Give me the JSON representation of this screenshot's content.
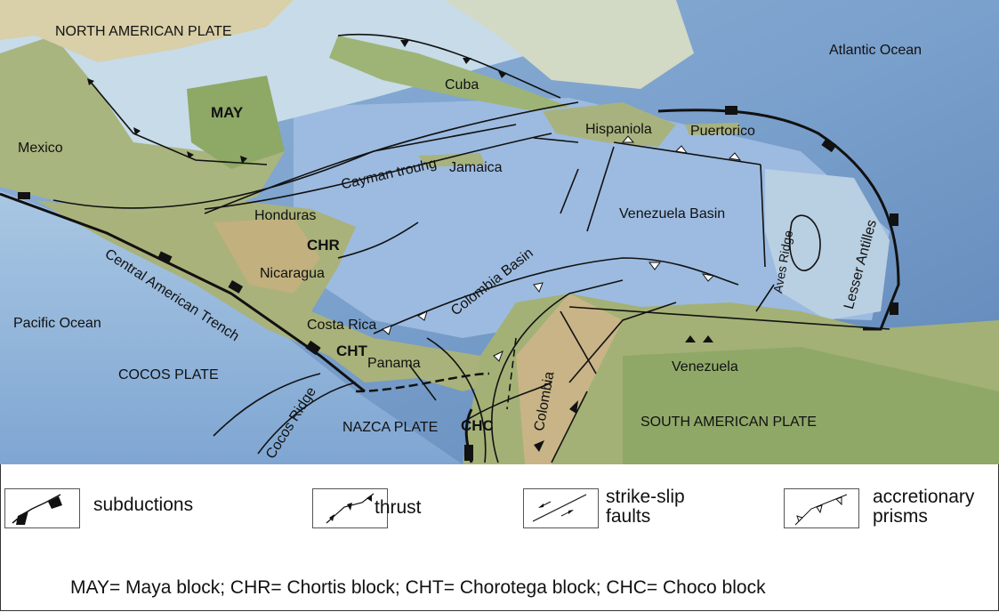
{
  "map": {
    "labels": {
      "north_american_plate": "NORTH AMERICAN PLATE",
      "atlantic_ocean": "Atlantic Ocean",
      "cuba": "Cuba",
      "may": "MAY",
      "mexico": "Mexico",
      "hispaniola": "Hispaniola",
      "puertorico": "Puertorico",
      "jamaica": "Jamaica",
      "cayman": "Cayman trouhg",
      "honduras": "Honduras",
      "venezuela_basin": "Venezuela Basin",
      "aves_ridge": "Aves Ridge",
      "lesser_antilles": "Lesser Antilles",
      "chr": "CHR",
      "nicaragua": "Nicaragua",
      "colombia_basin": "Colombia Basin",
      "central_american_trench": "Central American Trench",
      "pacific_ocean": "Pacific Ocean",
      "costa_rica": "Costa Rica",
      "cht": "CHT",
      "panama": "Panama",
      "cocos_plate": "COCOS PLATE",
      "colombia": "Colombia",
      "venezuela": "Venezuela",
      "south_american_plate": "SOUTH AMERICAN PLATE",
      "cocos_ridge": "Cocos Ridge",
      "nazca_plate": "NAZCA PLATE",
      "chc": "CHC"
    },
    "colors": {
      "ocean_deep": "#5f86b8",
      "ocean_shallow": "#bcd6e8",
      "land": "#9fb27a",
      "highland": "#c9b58a"
    }
  },
  "legend": {
    "subductions": "subductions",
    "thrust": "thrust",
    "strike_slip_1": "strike-slip",
    "strike_slip_2": "faults",
    "accretionary_1": "accretionary",
    "accretionary_2": "prisms",
    "footnote": "MAY= Maya block; CHR= Chortis block; CHT= Chorotega block; CHC= Choco block"
  }
}
